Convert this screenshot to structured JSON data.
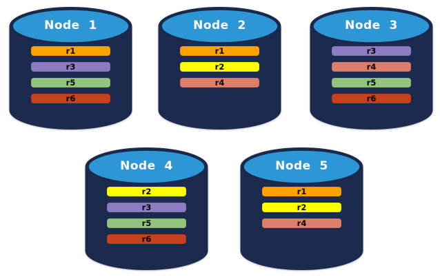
{
  "diagram": {
    "description": "Five database cylinder nodes showing replica placement",
    "colors": {
      "background": "#FFFFFF",
      "cylinder_body": "#1C2B4D",
      "cylinder_top": "#2D96D5",
      "cylinder_outline": "#16294A",
      "title_text": "#FFFFFF",
      "bar_text": "#000000",
      "replicas": {
        "r1": "#FFA202",
        "r2": "#FFFF00",
        "r3": "#8E7CC3",
        "r4": "#DD7E6B",
        "r5": "#93C47D",
        "r6": "#C7411F"
      }
    },
    "nodes": [
      {
        "id": "node-1",
        "title": "Node  1",
        "replicas": [
          "r1",
          "r3",
          "r5",
          "r6"
        ]
      },
      {
        "id": "node-2",
        "title": "Node  2",
        "replicas": [
          "r1",
          "r2",
          "r4"
        ]
      },
      {
        "id": "node-3",
        "title": "Node  3",
        "replicas": [
          "r3",
          "r4",
          "r5",
          "r6"
        ]
      },
      {
        "id": "node-4",
        "title": "Node  4",
        "replicas": [
          "r2",
          "r3",
          "r5",
          "r6"
        ]
      },
      {
        "id": "node-5",
        "title": "Node  5",
        "replicas": [
          "r1",
          "r2",
          "r4"
        ]
      }
    ]
  }
}
